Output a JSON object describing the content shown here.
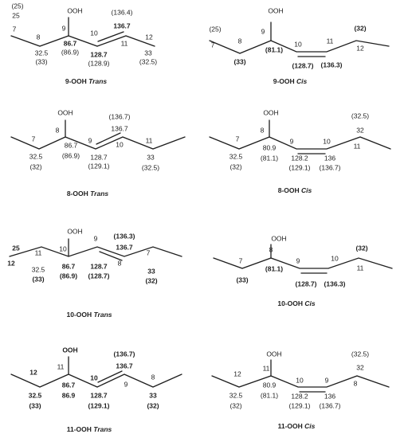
{
  "structures": [
    {
      "id": "9-ooh-trans",
      "caption": {
        "text": "9-OOH",
        "isomer": "Trans"
      },
      "labels": [
        "(25)",
        "25",
        "7",
        "8",
        "32.5",
        "(33)",
        "OOH",
        "9",
        "86.7",
        "(86.9)",
        "10",
        "128.7",
        "(128.9)",
        "(136.4)",
        "136.7",
        "11",
        "12",
        "33",
        "(32.5)"
      ]
    },
    {
      "id": "9-ooh-cis",
      "caption": {
        "text": "9-OOH",
        "isomer": "Cis"
      },
      "labels": [
        "(25)",
        "7",
        "8",
        "(33)",
        "OOH",
        "9",
        "(81.1)",
        "10",
        "(128.7)",
        "11",
        "(136.3)",
        "(32)",
        "12"
      ]
    },
    {
      "id": "8-ooh-trans",
      "caption": {
        "text": "8-OOH",
        "isomer": "Trans"
      },
      "labels": [
        "7",
        "32.5",
        "(32)",
        "OOH",
        "8",
        "86.7",
        "(86.9)",
        "9",
        "128.7",
        "(129.1)",
        "(136.7)",
        "136.7",
        "10",
        "11",
        "33",
        "(32.5)"
      ]
    },
    {
      "id": "8-ooh-cis",
      "caption": {
        "text": "8-OOH",
        "isomer": "Cis"
      },
      "labels": [
        "7",
        "32.5",
        "(32)",
        "OOH",
        "8",
        "80.9",
        "(81.1)",
        "9",
        "128.2",
        "(129.1)",
        "10",
        "136",
        "(136.7)",
        "(32.5)",
        "32",
        "11"
      ]
    },
    {
      "id": "10-ooh-trans",
      "caption": {
        "text": "10-OOH",
        "isomer": "Trans"
      },
      "labels": [
        "25",
        "12",
        "11",
        "32.5",
        "(33)",
        "OOH",
        "10",
        "86.7",
        "(86.9)",
        "9",
        "128.7",
        "(128.7)",
        "(136.3)",
        "136.7",
        "8",
        "7",
        "33",
        "(32)"
      ]
    },
    {
      "id": "10-ooh-cis",
      "caption": {
        "text": "10-OOH",
        "isomer": "Cis"
      },
      "labels": [
        "7",
        "(33)",
        "OOH",
        "8",
        "(81.1)",
        "9",
        "(128.7)",
        "10",
        "(136.3)",
        "(32)",
        "11"
      ]
    },
    {
      "id": "11-ooh-trans",
      "caption": {
        "text": "11-OOH",
        "isomer": "Trans"
      },
      "labels": [
        "12",
        "32.5",
        "(33)",
        "OOH",
        "11",
        "86.7",
        "86.9",
        "10",
        "128.7",
        "(129.1)",
        "(136.7)",
        "136.7",
        "9",
        "8",
        "33",
        "(32)"
      ]
    },
    {
      "id": "11-ooh-cis",
      "caption": {
        "text": "11-OOH",
        "isomer": "Cis"
      },
      "labels": [
        "12",
        "32.5",
        "(32)",
        "OOH",
        "11",
        "80.9",
        "(81.1)",
        "10",
        "128.2",
        "(129.1)",
        "9",
        "136",
        "(136.7)",
        "(32.5)",
        "32",
        "8"
      ]
    }
  ]
}
